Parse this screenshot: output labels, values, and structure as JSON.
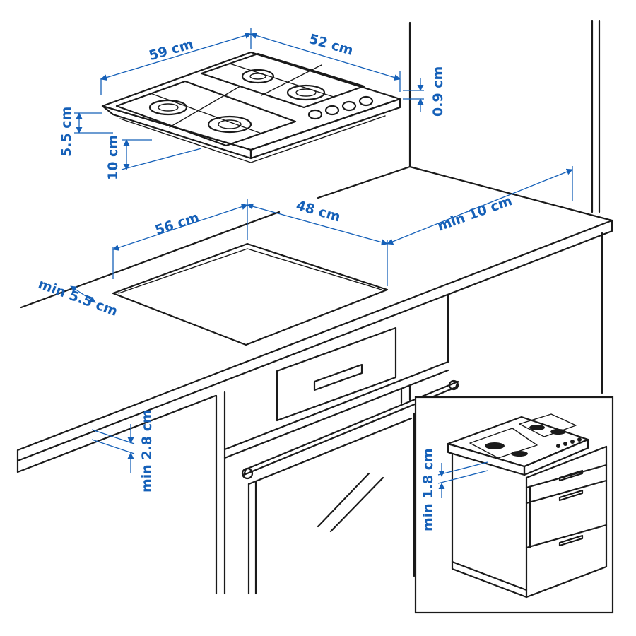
{
  "dimensions": {
    "hob_width": "59 cm",
    "hob_depth": "52 cm",
    "hob_height": "5.5 cm",
    "hob_below": "10 cm",
    "hob_thickness": "0.9 cm",
    "cutout_width": "56 cm",
    "cutout_depth": "48 cm",
    "rear_clearance": "min 10 cm",
    "front_clearance": "min 5.5 cm",
    "worktop_gap": "min 2.8 cm",
    "inset_gap": "min 1.8 cm"
  },
  "colors": {
    "dimension": "#1560b8",
    "line": "#1a1a1a"
  }
}
